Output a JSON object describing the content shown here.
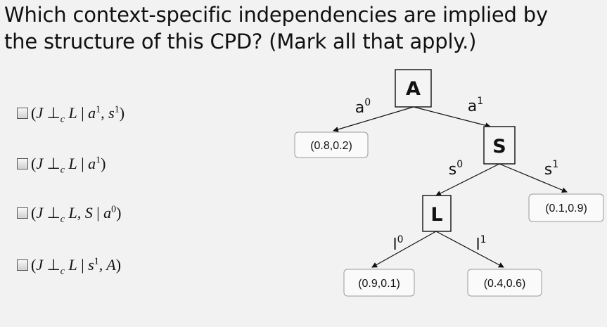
{
  "question": {
    "line1": "Which context-specific independencies are implied by",
    "line2": "the structure of this CPD? (Mark all that apply.)"
  },
  "options": [
    {
      "var1": "J",
      "indep": "⊥",
      "sub": "c",
      "rest": "L",
      "cond_parts": [
        {
          "t": "a",
          "sup": "1"
        },
        {
          "t": ", s",
          "sup": "1"
        }
      ],
      "checked": false
    },
    {
      "var1": "J",
      "indep": "⊥",
      "sub": "c",
      "rest": "L",
      "cond_parts": [
        {
          "t": "a",
          "sup": "1"
        }
      ],
      "checked": false
    },
    {
      "var1": "J",
      "indep": "⊥",
      "sub": "c",
      "rest": "L, S",
      "cond_parts": [
        {
          "t": "a",
          "sup": "0"
        }
      ],
      "checked": false
    },
    {
      "var1": "J",
      "indep": "⊥",
      "sub": "c",
      "rest": "L",
      "cond_parts": [
        {
          "t": "s",
          "sup": "1"
        },
        {
          "t": ", A",
          "sup": ""
        }
      ],
      "checked": false
    }
  ],
  "tree": {
    "nodes": {
      "A": "A",
      "S": "S",
      "L": "L"
    },
    "edges": {
      "a0": {
        "base": "a",
        "sup": "0"
      },
      "a1": {
        "base": "a",
        "sup": "1"
      },
      "s0": {
        "base": "s",
        "sup": "0"
      },
      "s1": {
        "base": "s",
        "sup": "1"
      },
      "l0": {
        "base": "l",
        "sup": "0"
      },
      "l1": {
        "base": "l",
        "sup": "1"
      }
    },
    "leaves": {
      "a0": "(0.8,0.2)",
      "s1": "(0.1,0.9)",
      "l0": "(0.9,0.1)",
      "l1": "(0.4,0.6)"
    }
  }
}
